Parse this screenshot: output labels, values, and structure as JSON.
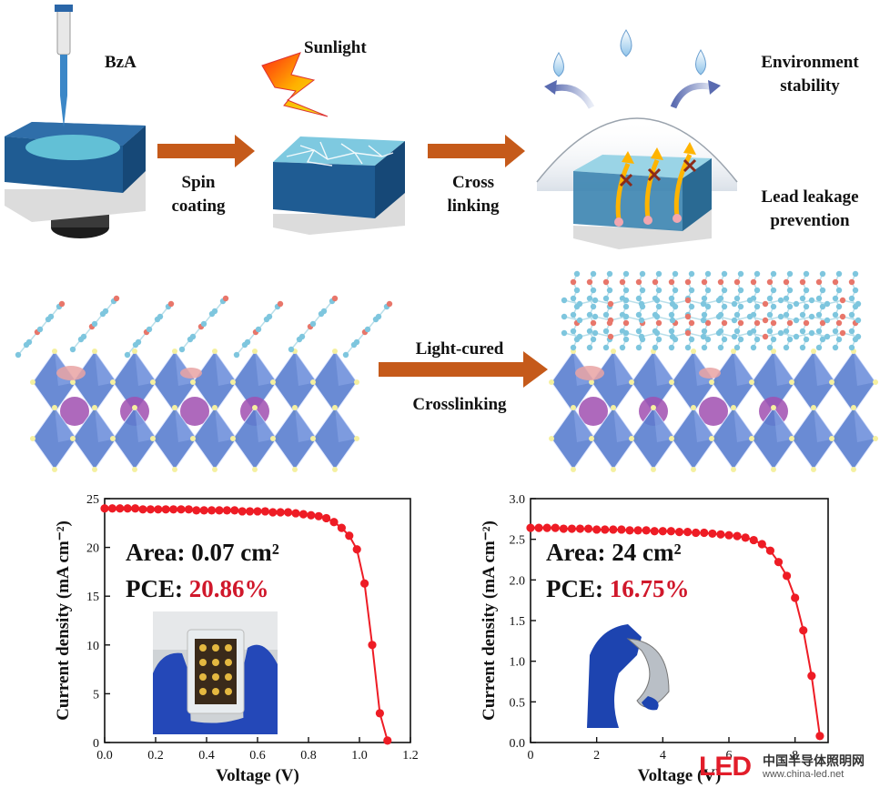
{
  "top": {
    "reagent": "BzA",
    "sunlight": "Sunlight",
    "step1": [
      "Spin",
      "coating"
    ],
    "step2": [
      "Cross",
      "linking"
    ],
    "benefit1": [
      "Environment",
      "stability"
    ],
    "benefit2": [
      "Lead leakage",
      "prevention"
    ]
  },
  "middle": {
    "arrow_label_top": "Light-cured",
    "arrow_label_bottom": "Crosslinking"
  },
  "colors": {
    "arrow": "#c55a1a",
    "curve": "#ee1c25",
    "highlight": "#d0182b",
    "octahedron": "#5a7fd0",
    "cation": "#a04fb0",
    "polymer": "#7ec6de",
    "oxygen": "#e8766a"
  },
  "chart_data": [
    {
      "type": "line",
      "xlabel": "Voltage (V)",
      "ylabel": "Current density (mA cm⁻²)",
      "xlim": [
        0,
        1.2
      ],
      "ylim": [
        0,
        25
      ],
      "xticks": [
        "0.0",
        "0.2",
        "0.4",
        "0.6",
        "0.8",
        "1.0",
        "1.2"
      ],
      "yticks": [
        "0",
        "5",
        "10",
        "15",
        "20",
        "25"
      ],
      "annotation_area": "Area: 0.07 cm²",
      "annotation_pce_label": "PCE: ",
      "annotation_pce_value": "20.86%",
      "x": [
        0,
        0.03,
        0.06,
        0.09,
        0.12,
        0.15,
        0.18,
        0.21,
        0.24,
        0.27,
        0.3,
        0.33,
        0.36,
        0.39,
        0.42,
        0.45,
        0.48,
        0.51,
        0.54,
        0.57,
        0.6,
        0.63,
        0.66,
        0.69,
        0.72,
        0.75,
        0.78,
        0.81,
        0.84,
        0.87,
        0.9,
        0.93,
        0.96,
        0.99,
        1.02,
        1.05,
        1.08,
        1.11
      ],
      "y": [
        24.0,
        24.0,
        24.0,
        24.0,
        24.0,
        23.9,
        23.9,
        23.9,
        23.9,
        23.9,
        23.9,
        23.9,
        23.8,
        23.8,
        23.8,
        23.8,
        23.8,
        23.8,
        23.7,
        23.7,
        23.7,
        23.7,
        23.6,
        23.6,
        23.6,
        23.5,
        23.4,
        23.3,
        23.2,
        23.0,
        22.6,
        22.0,
        21.2,
        19.8,
        16.3,
        10.0,
        3.0,
        0.2
      ],
      "grid": false
    },
    {
      "type": "line",
      "xlabel": "Voltage (V)",
      "ylabel": "Current density (mA cm⁻²)",
      "xlim": [
        0,
        9
      ],
      "ylim": [
        0,
        3.0
      ],
      "xticks": [
        "0",
        "2",
        "4",
        "6",
        "8"
      ],
      "yticks": [
        "0.0",
        "0.5",
        "1.0",
        "1.5",
        "2.0",
        "2.5",
        "3.0"
      ],
      "annotation_area": "Area: 24 cm²",
      "annotation_pce_label": "PCE: ",
      "annotation_pce_value": "16.75%",
      "x": [
        0,
        0.25,
        0.5,
        0.75,
        1.0,
        1.25,
        1.5,
        1.75,
        2.0,
        2.25,
        2.5,
        2.75,
        3.0,
        3.25,
        3.5,
        3.75,
        4.0,
        4.25,
        4.5,
        4.75,
        5.0,
        5.25,
        5.5,
        5.75,
        6.0,
        6.25,
        6.5,
        6.75,
        7.0,
        7.25,
        7.5,
        7.75,
        8.0,
        8.25,
        8.5,
        8.75
      ],
      "y": [
        2.64,
        2.64,
        2.64,
        2.64,
        2.63,
        2.63,
        2.63,
        2.63,
        2.62,
        2.62,
        2.62,
        2.62,
        2.61,
        2.61,
        2.61,
        2.6,
        2.6,
        2.6,
        2.59,
        2.59,
        2.58,
        2.58,
        2.57,
        2.56,
        2.55,
        2.54,
        2.52,
        2.49,
        2.44,
        2.36,
        2.22,
        2.05,
        1.78,
        1.38,
        0.82,
        0.08
      ],
      "grid": false
    }
  ],
  "watermark": {
    "logo": "LED",
    "site_name": "中国半导体照明网",
    "url": "www.china-led.net"
  }
}
